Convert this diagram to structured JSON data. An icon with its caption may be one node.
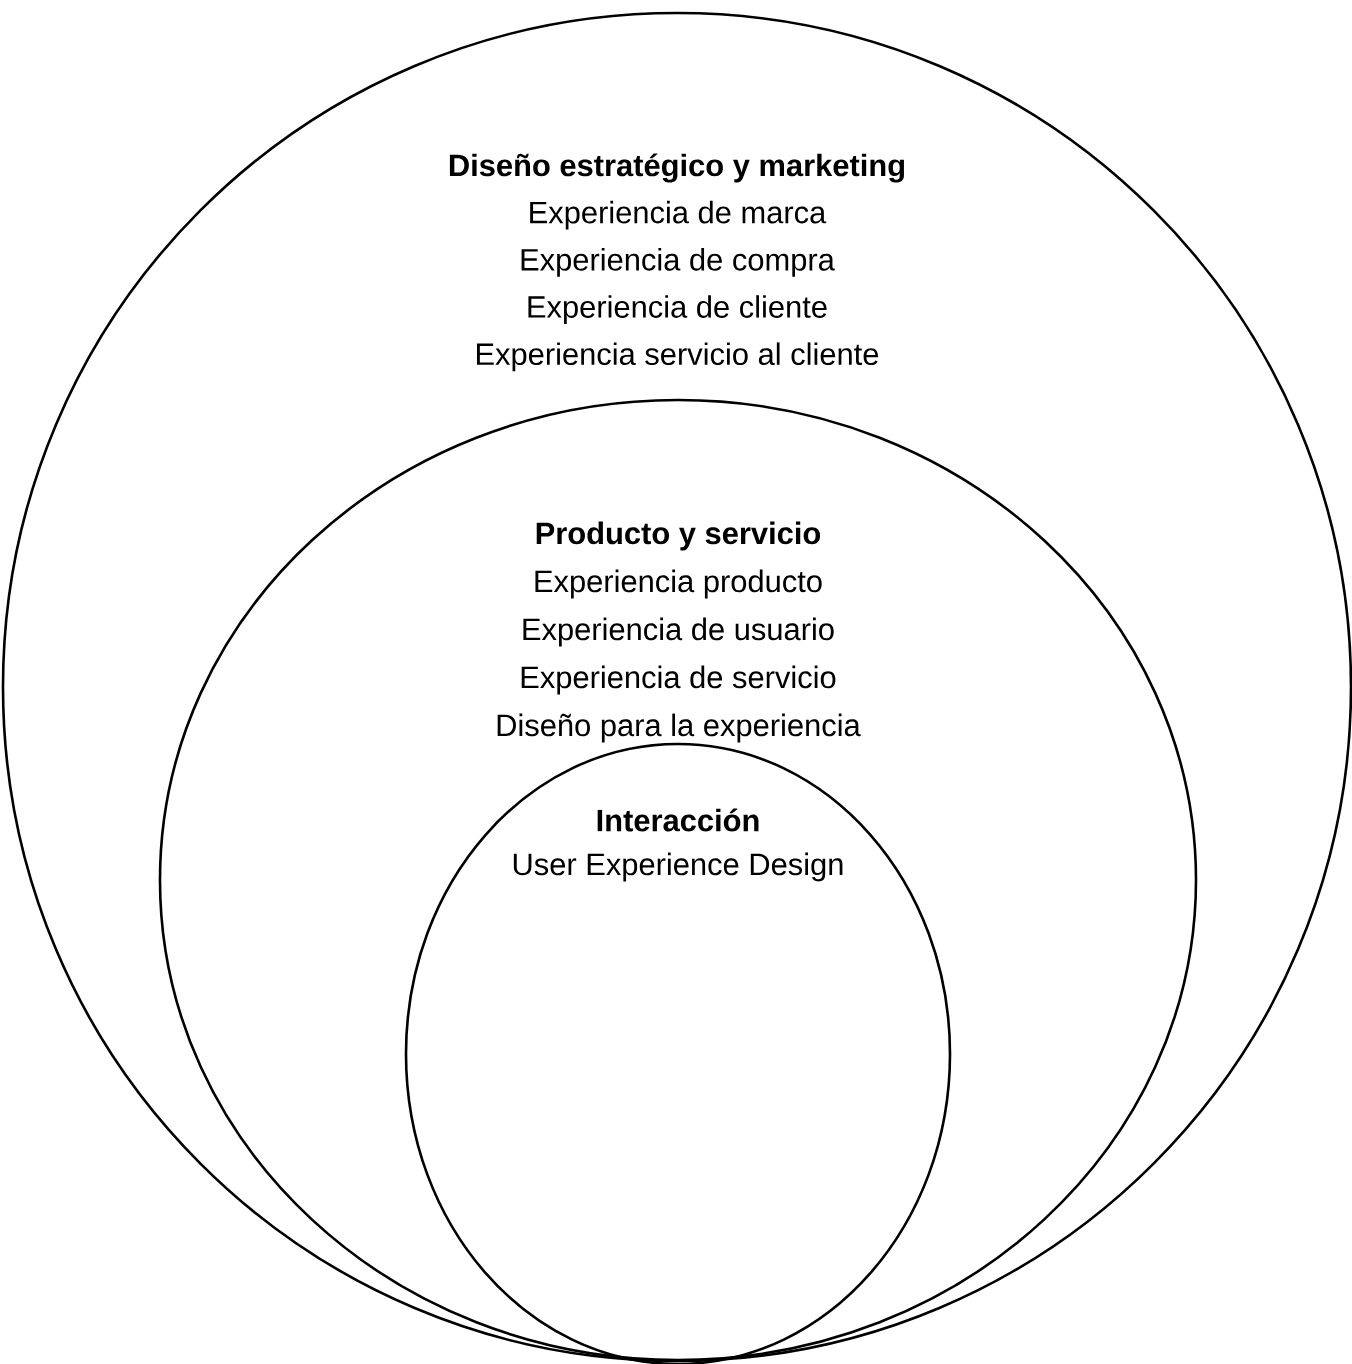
{
  "diagram": {
    "nodes": [
      {
        "text": [
          "Diseño estratégico y marketing",
          "Experiencia de marca",
          "Experiencia de compra",
          "Experiencia de cliente",
          "Experiencia servicio al cliente"
        ]
      },
      {
        "text": [
          "Producto y servicio",
          "Experiencia producto",
          "Experiencia de usuario",
          "Experiencia de servicio",
          "Diseño para la experiencia"
        ],
        "in": 0
      },
      {
        "text": [
          "Interacción",
          "User Experience Design"
        ],
        "in": 1
      }
    ]
  }
}
